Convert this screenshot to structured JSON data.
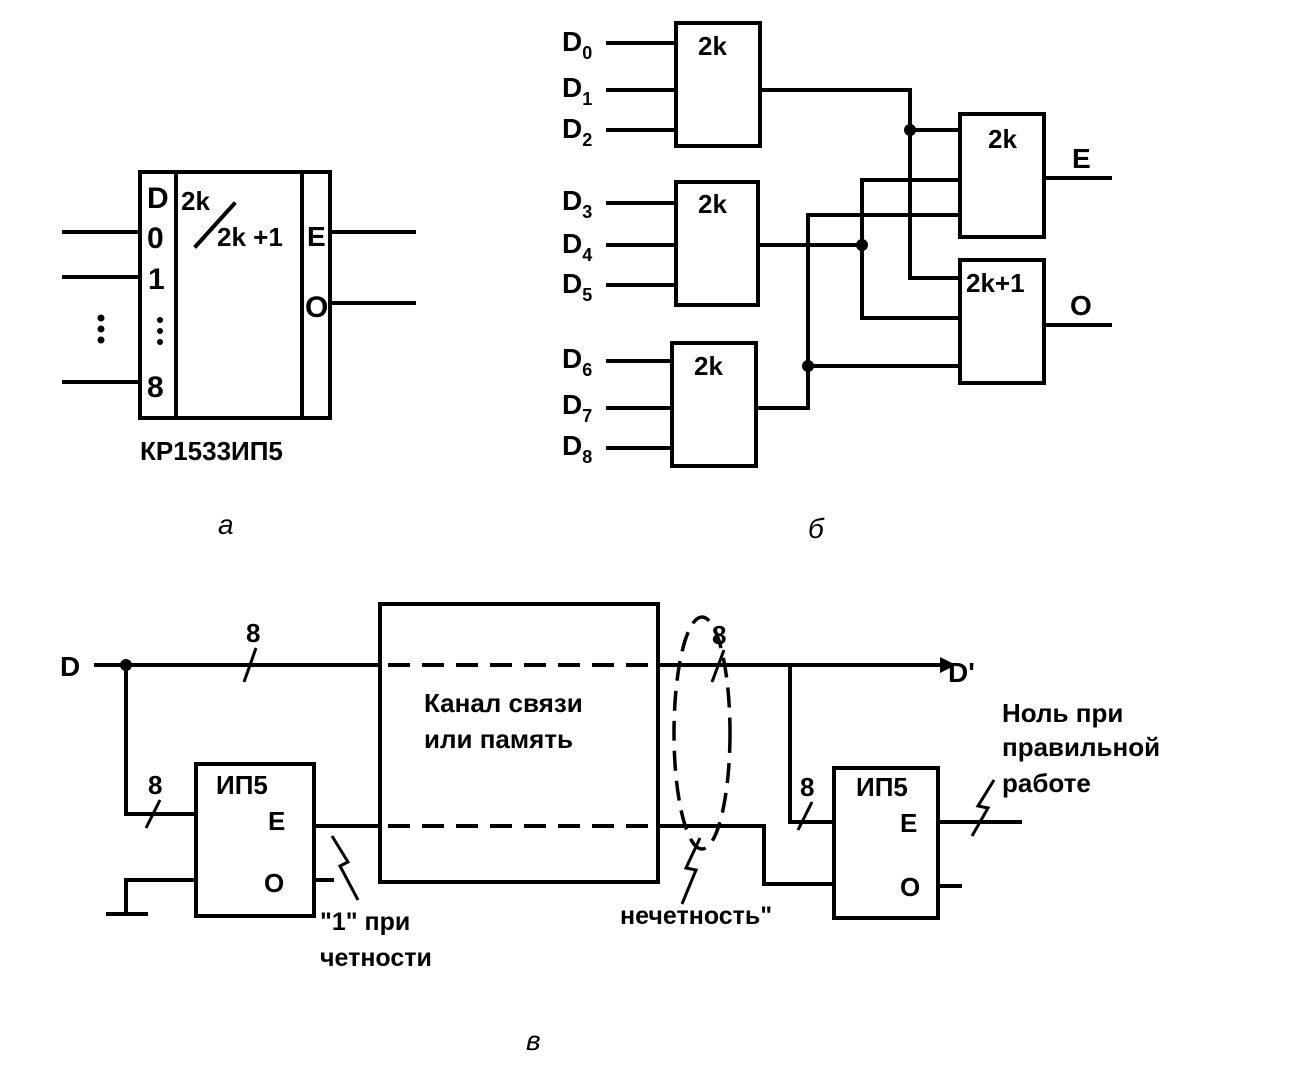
{
  "panel_a": {
    "pins_left": [
      "D",
      "0",
      "1",
      "8"
    ],
    "function": "2k",
    "function_alt": "2k +1",
    "out_even": "E",
    "out_odd": "O",
    "chip_name": "КР1533ИП5",
    "caption": "а"
  },
  "panel_b": {
    "inputs": [
      {
        "main": "D",
        "sub": "0"
      },
      {
        "main": "D",
        "sub": "1"
      },
      {
        "main": "D",
        "sub": "2"
      },
      {
        "main": "D",
        "sub": "3"
      },
      {
        "main": "D",
        "sub": "4"
      },
      {
        "main": "D",
        "sub": "5"
      },
      {
        "main": "D",
        "sub": "6"
      },
      {
        "main": "D",
        "sub": "7"
      },
      {
        "main": "D",
        "sub": "8"
      }
    ],
    "gate_label": "2k",
    "gate_label_odd": "2k+1",
    "out_even": "E",
    "out_odd": "O",
    "caption": "б"
  },
  "panel_c": {
    "input": "D",
    "output": "D'",
    "bus_width": "8",
    "channel": [
      "Канал связи",
      "или память"
    ],
    "chip": "ИП5",
    "pin_e": "E",
    "pin_o": "O",
    "parity_note": [
      "\"1\" при",
      "четности"
    ],
    "error_note": "нечетность\"",
    "result_note": [
      "Ноль при",
      "правильной",
      "работе"
    ],
    "caption": "в"
  }
}
